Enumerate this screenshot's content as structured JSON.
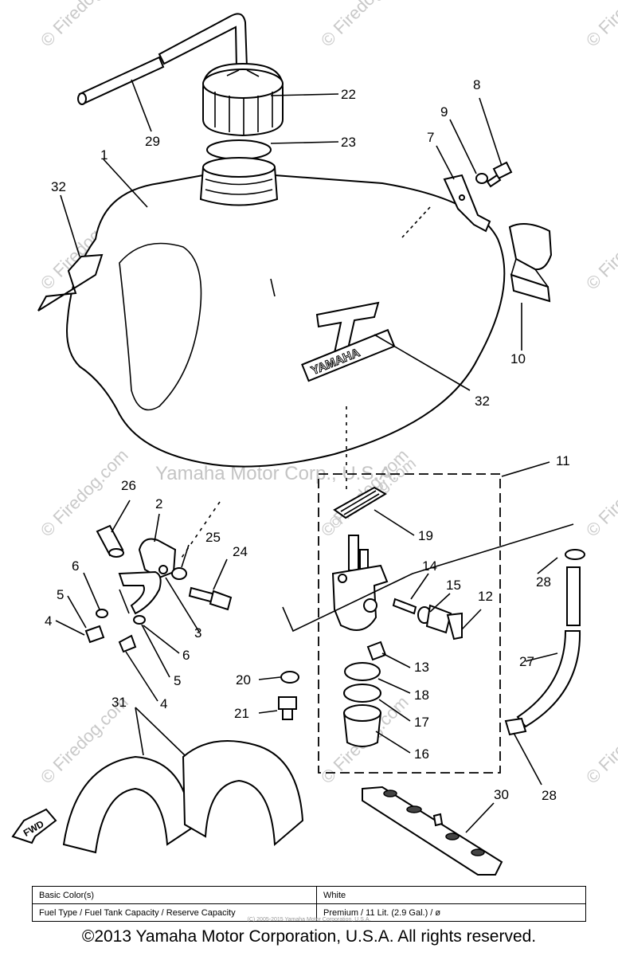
{
  "diagram": {
    "callouts": [
      {
        "id": "c1",
        "text": "1"
      },
      {
        "id": "c2",
        "text": "2"
      },
      {
        "id": "c3",
        "text": "3"
      },
      {
        "id": "c4a",
        "text": "4"
      },
      {
        "id": "c4b",
        "text": "4"
      },
      {
        "id": "c5a",
        "text": "5"
      },
      {
        "id": "c5b",
        "text": "5"
      },
      {
        "id": "c6a",
        "text": "6"
      },
      {
        "id": "c6b",
        "text": "6"
      },
      {
        "id": "c7",
        "text": "7"
      },
      {
        "id": "c8",
        "text": "8"
      },
      {
        "id": "c9",
        "text": "9"
      },
      {
        "id": "c10",
        "text": "10"
      },
      {
        "id": "c11",
        "text": "11"
      },
      {
        "id": "c12",
        "text": "12"
      },
      {
        "id": "c13",
        "text": "13"
      },
      {
        "id": "c14",
        "text": "14"
      },
      {
        "id": "c15",
        "text": "15"
      },
      {
        "id": "c16",
        "text": "16"
      },
      {
        "id": "c17",
        "text": "17"
      },
      {
        "id": "c18",
        "text": "18"
      },
      {
        "id": "c19",
        "text": "19"
      },
      {
        "id": "c20",
        "text": "20"
      },
      {
        "id": "c21",
        "text": "21"
      },
      {
        "id": "c22",
        "text": "22"
      },
      {
        "id": "c23",
        "text": "23"
      },
      {
        "id": "c24",
        "text": "24"
      },
      {
        "id": "c25",
        "text": "25"
      },
      {
        "id": "c26",
        "text": "26"
      },
      {
        "id": "c27",
        "text": "27"
      },
      {
        "id": "c28a",
        "text": "28"
      },
      {
        "id": "c28b",
        "text": "28"
      },
      {
        "id": "c29",
        "text": "29"
      },
      {
        "id": "c30",
        "text": "30"
      },
      {
        "id": "c31",
        "text": "31"
      },
      {
        "id": "c32a",
        "text": "32"
      },
      {
        "id": "c32b",
        "text": "32"
      }
    ],
    "tank_logo": "YAMAHA",
    "fwd_label": "FWD",
    "watermarks": {
      "site": "© Firedog.com",
      "center": "Yamaha Motor Corp., U.S.A."
    }
  },
  "spec_table": {
    "rows": [
      {
        "label": "Basic Color(s)",
        "value": "White"
      },
      {
        "label": "Fuel Type / Fuel Tank Capacity / Reserve Capacity",
        "value": "Premium / 11 Lit. (2.9 Gal.) / ø"
      }
    ]
  },
  "small_note": "(C) 2005-2015 Yamaha Motor Corporation, U.S.A.",
  "copyright": "©2013 Yamaha Motor Corporation, U.S.A. All rights reserved.",
  "colors": {
    "line": "#000000",
    "watermark": "#c9c9c9",
    "background": "#ffffff"
  }
}
